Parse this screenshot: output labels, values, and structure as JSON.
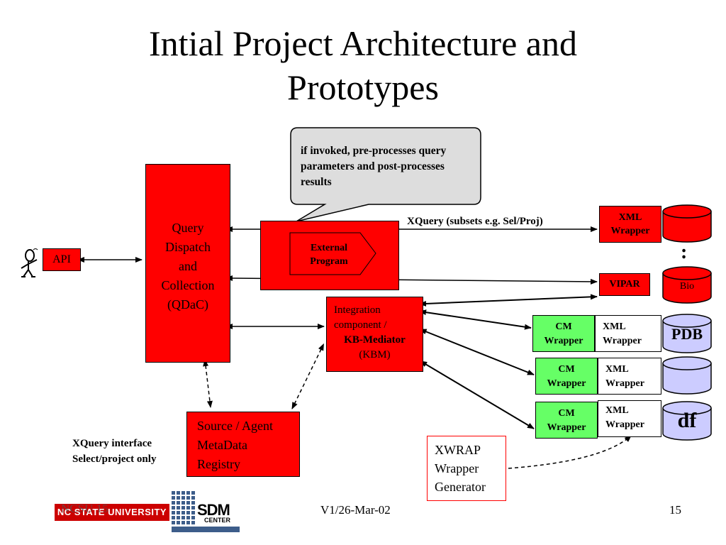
{
  "slide": {
    "title_line1": "Intial Project Architecture and",
    "title_line2": "Prototypes",
    "callout": "if invoked, pre-processes query parameters and post-processes results",
    "api": "API",
    "qdac": [
      "Query",
      "Dispatch",
      "and",
      "Collection",
      "(QDaC)"
    ],
    "external_program": [
      "External",
      "Program"
    ],
    "xquery_label": "XQuery (subsets e.g. Sel/Proj)",
    "xml_wrapper_top": [
      "XML",
      "Wrapper"
    ],
    "vipar": "VIPAR",
    "integration": [
      "Integration",
      "component /",
      "KB-Mediator",
      "(KBM)"
    ],
    "cm_wrapper": [
      "CM",
      "Wrapper"
    ],
    "xml_wrapper": [
      "XML",
      "Wrapper"
    ],
    "bio": "Bio",
    "pdb": "PDB",
    "df": "df",
    "dots": ":",
    "registry": [
      "Source / Agent",
      "MetaData",
      "Registry"
    ],
    "xquery_interface": [
      "XQuery interface",
      "Select/project only"
    ],
    "xwrap": [
      "XWRAP",
      "Wrapper",
      "Generator"
    ]
  },
  "footer": {
    "logo_text": "NC STATE UNIVERSITY",
    "overlay_text": "NCSU 15",
    "sdm_text": "SDM",
    "sdm_sub": "CENTER",
    "version": "V1/26-Mar-02",
    "page": "15"
  },
  "colors": {
    "red": "#ff0000",
    "green": "#66ff66",
    "lavender": "#ccccff",
    "callout_bg": "#dddddd",
    "logo_red": "#cc0000"
  }
}
